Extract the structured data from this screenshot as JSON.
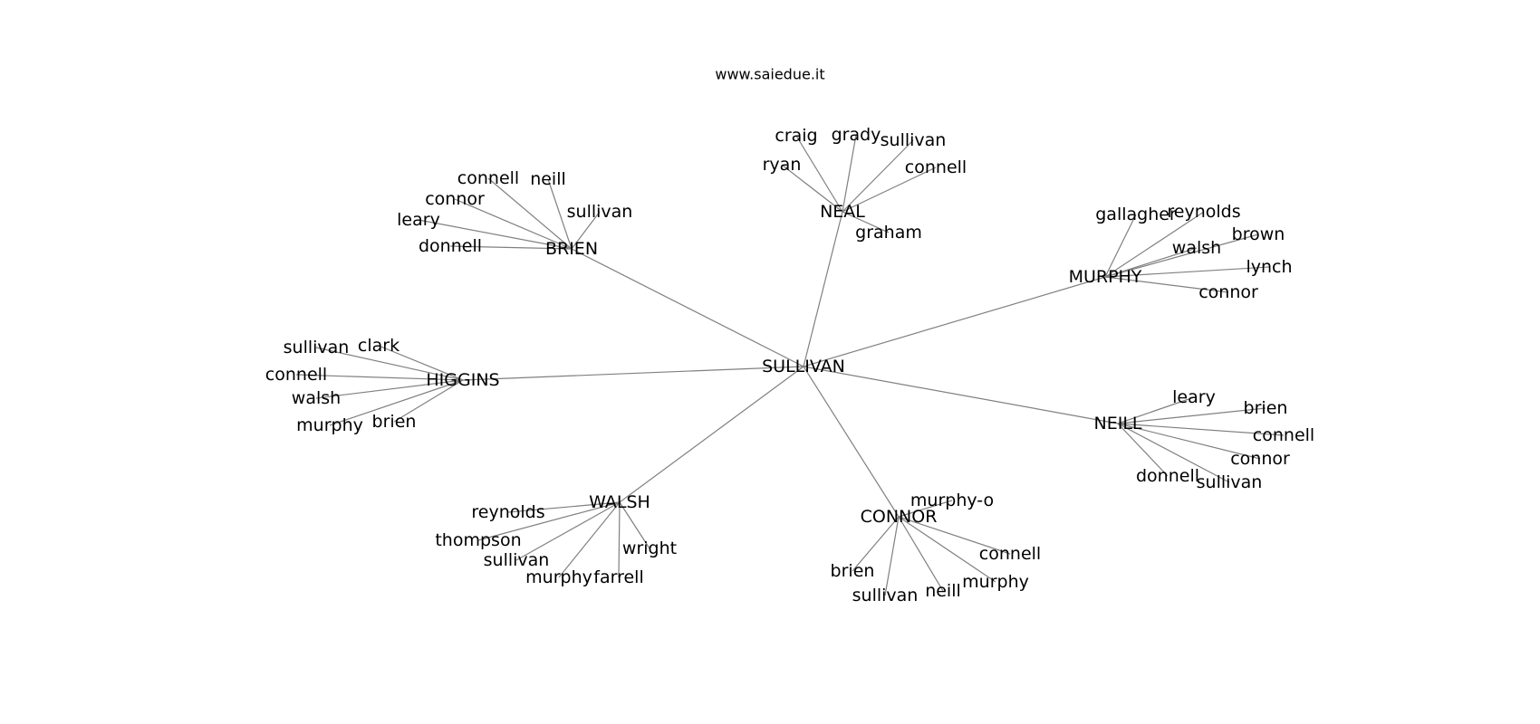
{
  "site_label": "www.saiedue.it",
  "graph": {
    "root": "SULLIVAN",
    "hubs": [
      {
        "name": "BRIEN",
        "leaves": [
          "connell",
          "neill",
          "connor",
          "sullivan",
          "leary",
          "donnell"
        ]
      },
      {
        "name": "NEAL",
        "leaves": [
          "craig",
          "grady",
          "sullivan",
          "ryan",
          "connell",
          "graham"
        ]
      },
      {
        "name": "MURPHY",
        "leaves": [
          "gallagher",
          "reynolds",
          "brown",
          "walsh",
          "lynch",
          "connor"
        ]
      },
      {
        "name": "HIGGINS",
        "leaves": [
          "sullivan",
          "clark",
          "connell",
          "walsh",
          "murphy",
          "brien"
        ]
      },
      {
        "name": "NEILL",
        "leaves": [
          "leary",
          "brien",
          "connell",
          "connor",
          "donnell",
          "sullivan"
        ]
      },
      {
        "name": "WALSH",
        "leaves": [
          "reynolds",
          "thompson",
          "sullivan",
          "murphy",
          "farrell",
          "wright"
        ]
      },
      {
        "name": "CONNOR",
        "leaves": [
          "murphy-o",
          "connell",
          "brien",
          "murphy",
          "neill",
          "sullivan"
        ]
      }
    ]
  }
}
